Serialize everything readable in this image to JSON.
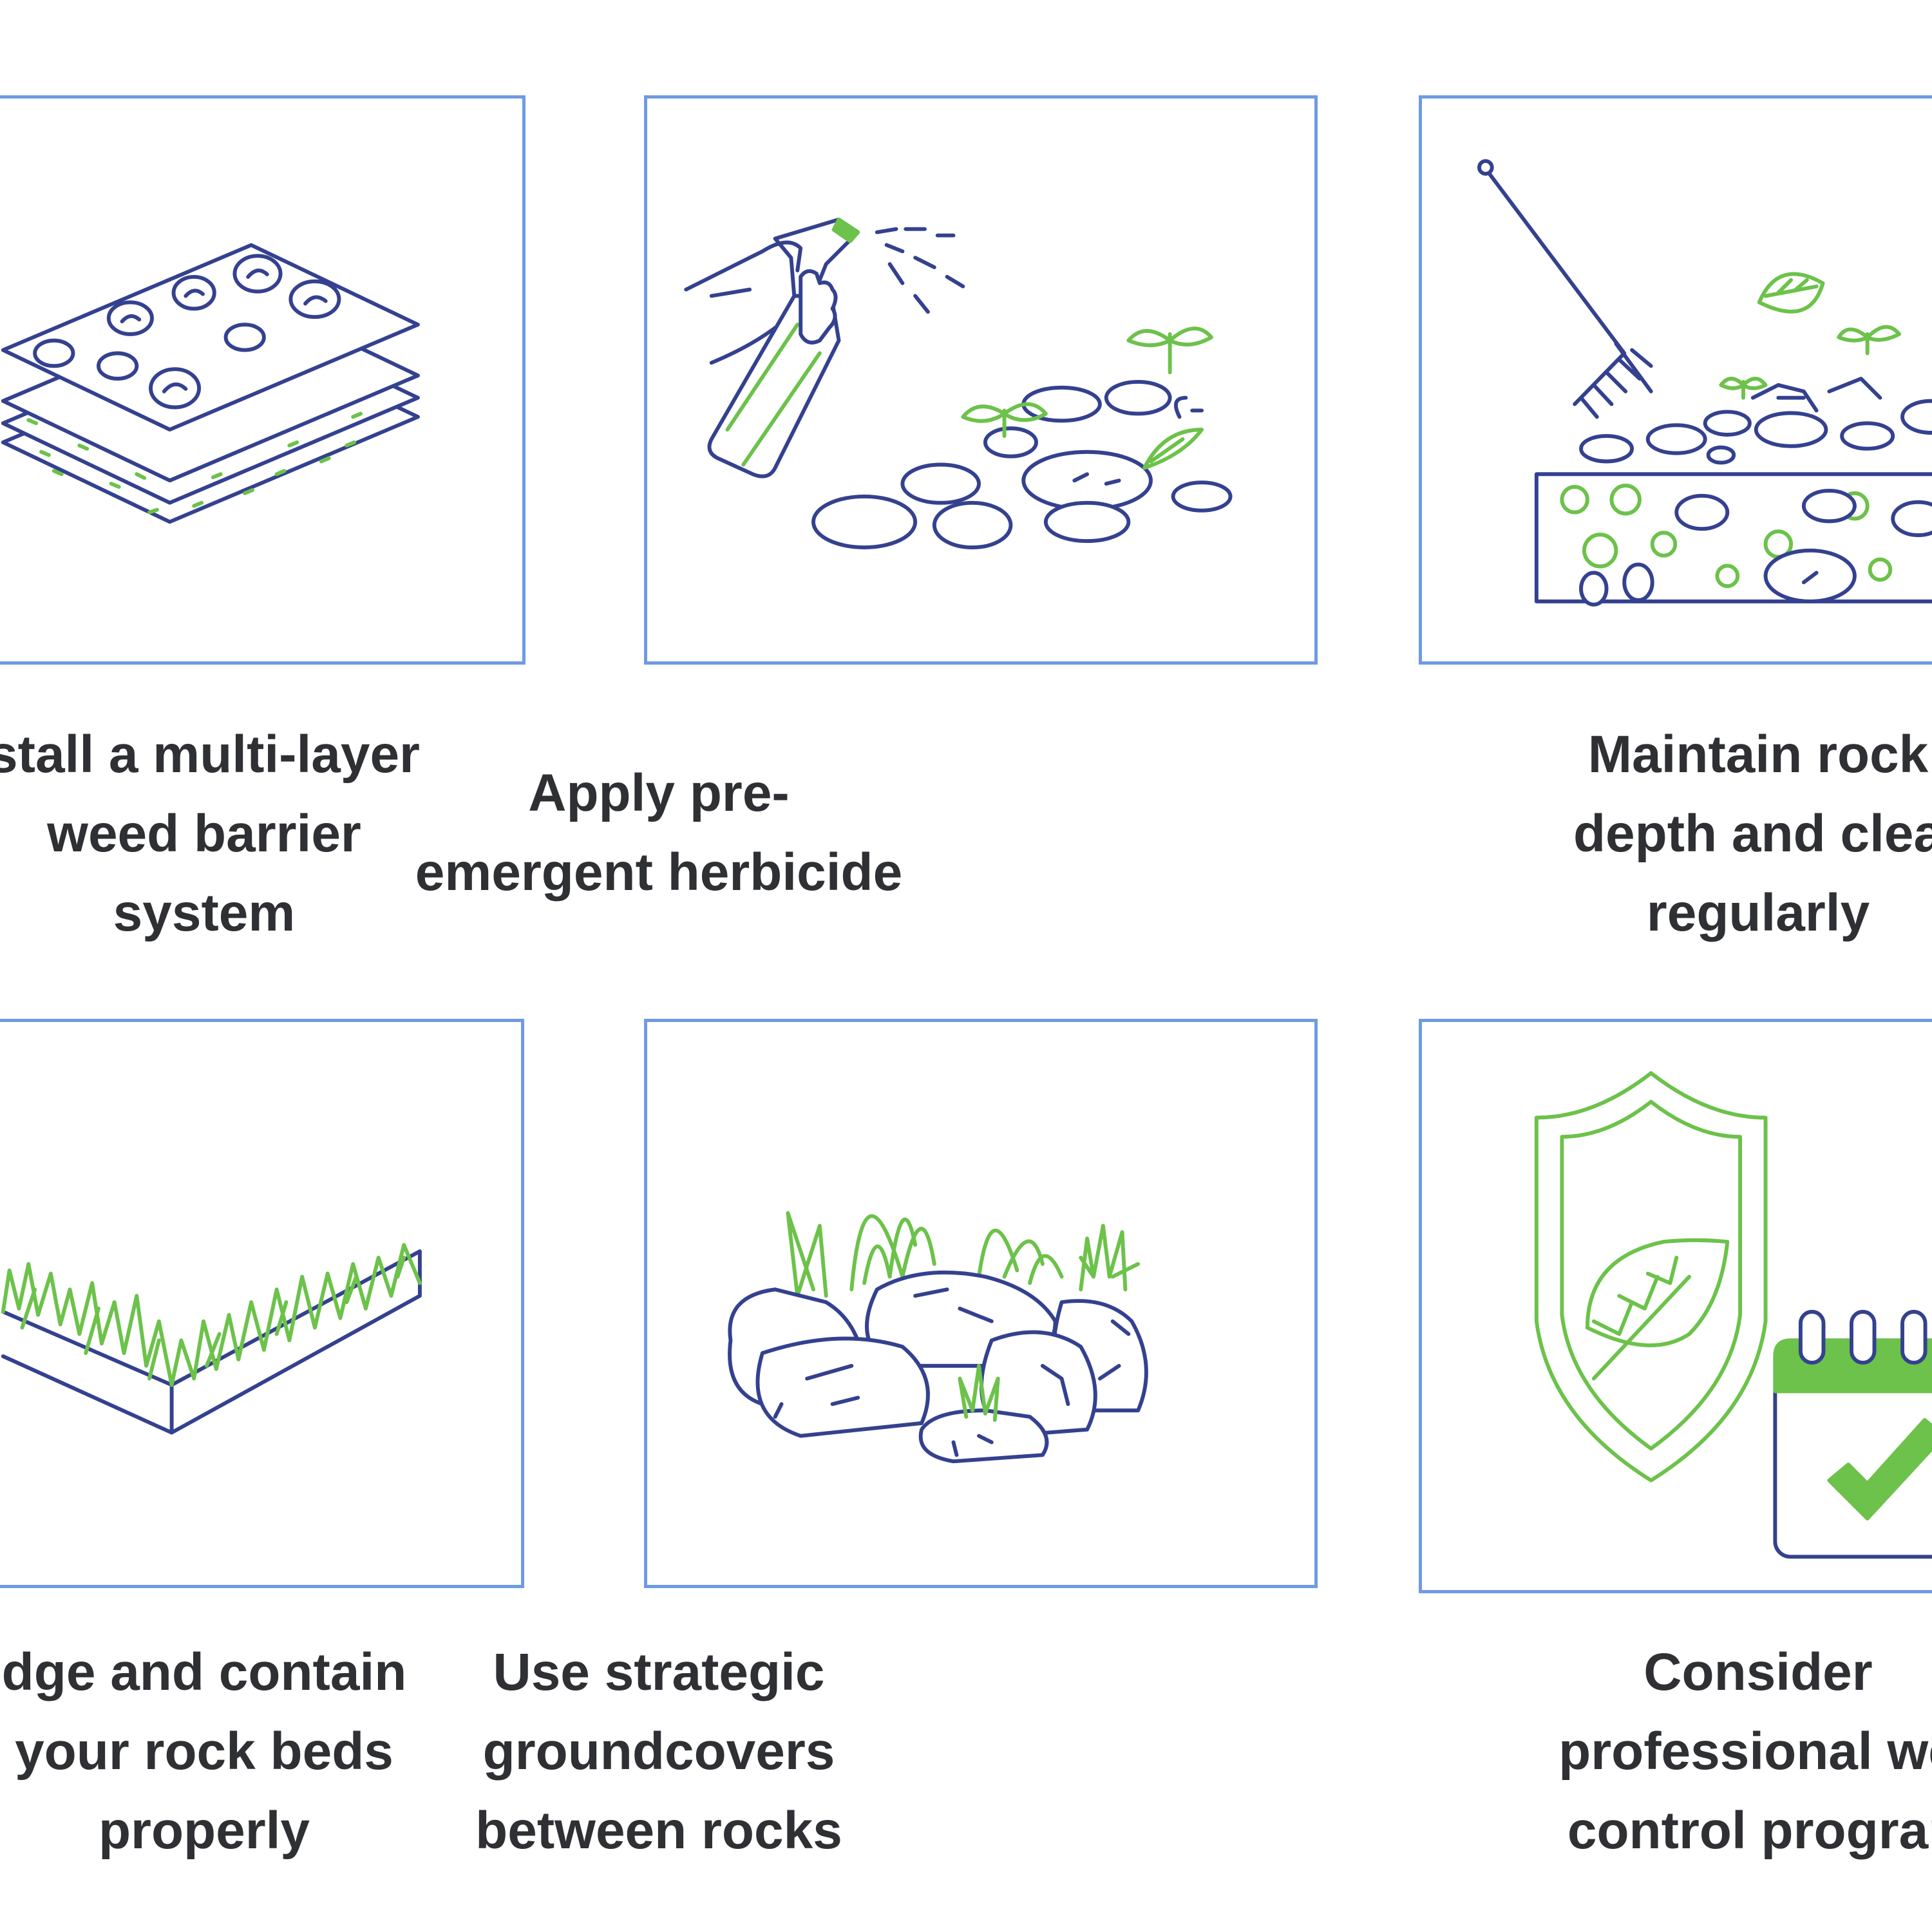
{
  "cards": [
    {
      "icon": "layered-barrier-icon",
      "caption": [
        "stall a multi-layer",
        "weed barrier",
        "system"
      ]
    },
    {
      "icon": "spray-bottle-icon",
      "caption": [
        "Apply pre-",
        "emergent herbicide"
      ]
    },
    {
      "icon": "rake-rock-bed-icon",
      "caption": [
        "Maintain rock",
        "depth and clea",
        "regularly"
      ]
    },
    {
      "icon": "grass-edging-icon",
      "caption": [
        "dge and contain",
        "your rock beds",
        "properly"
      ]
    },
    {
      "icon": "rocks-groundcover-icon",
      "caption": [
        "Use strategic",
        "groundcovers",
        "between rocks"
      ]
    },
    {
      "icon": "shield-calendar-icon",
      "caption": [
        "Consider",
        "professional we",
        "control prograr"
      ]
    }
  ],
  "colors": {
    "frame": "#6f9ae4",
    "ink": "#34418f",
    "leaf": "#6cc24a",
    "text": "#2e3033"
  }
}
